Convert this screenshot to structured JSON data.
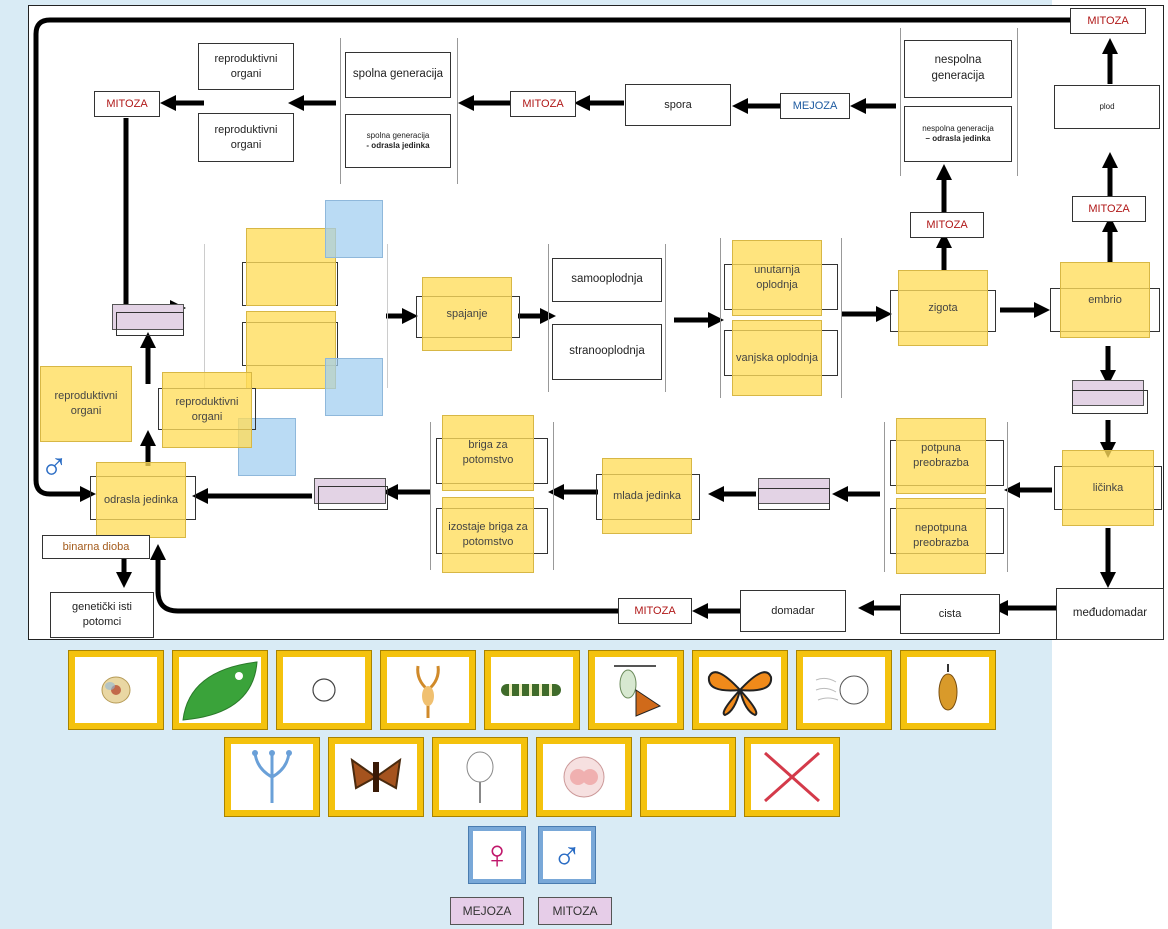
{
  "diagram": {
    "mitoza": "MITOZA",
    "mejoza": "MEJOZA",
    "top": {
      "reproduktivni_a": "reproduktivni organi",
      "reproduktivni_b": "reproduktivni organi",
      "spolna_generacija": "spolna generacija",
      "spolna_odrasla_a": "spolna generacija",
      "spolna_odrasla_b": "- odrasla jedinka",
      "spora": "spora",
      "nespolna_generacija": "nespolna generacija",
      "nespolna_odrasla_a": "nespolna generacija",
      "nespolna_odrasla_b": "– odrasla jedinka",
      "plod": "plod"
    },
    "middle": {
      "spajanje": "spajanje",
      "samooplodnja": "samooplodnja",
      "stranooplodnja": "stranooplodnja",
      "unutarnja": "unutarnja oplodnja",
      "vanjska": "vanjska oplodnja",
      "zigota": "zigota",
      "embrio": "embrio",
      "repro_left": "reproduktivni organi",
      "repro_mid": "reproduktivni organi"
    },
    "bottom": {
      "odrasla": "odrasla jedinka",
      "binarna": "binarna dioba",
      "geneticki": "genetički isti potomci",
      "briga": "briga za potomstvo",
      "izostaje": "izostaje briga za potomstvo",
      "mlada": "mlada jedinka",
      "potpuna": "potpuna preobrazba",
      "nepotpuna": "nepotpuna preobrazba",
      "licinka": "ličinka",
      "cista": "cista",
      "domadar": "domadar",
      "medudomadar": "međudomadar"
    }
  },
  "palette": {
    "tiles_row1": [
      "egg-icon",
      "leaf-icon",
      "circle-icon",
      "flower-organ-icon",
      "caterpillar-icon",
      "chrysalis-butterfly-icon",
      "butterfly-icon",
      "sperm-egg-icon",
      "pupa-icon"
    ],
    "tiles_row2": [
      "pistil-icon",
      "moth-icon",
      "ovule-icon",
      "two-cell-egg-icon",
      "blank-icon",
      "cross-icon"
    ],
    "female_symbol": "♀",
    "male_symbol": "♂",
    "board_male_symbol": "♂",
    "mejoza_btn": "MEJOZA",
    "mitoza_btn": "MITOZA"
  },
  "colors": {
    "yellow_label": "#ffdc5a",
    "tile_frame": "#f4c20d",
    "blue_bg": "#d9ebf5",
    "mitoza_red": "#b01818",
    "mejoza_blue": "#1d5aa0",
    "female_pink": "#c0176b",
    "male_blue": "#2a6cc4"
  }
}
